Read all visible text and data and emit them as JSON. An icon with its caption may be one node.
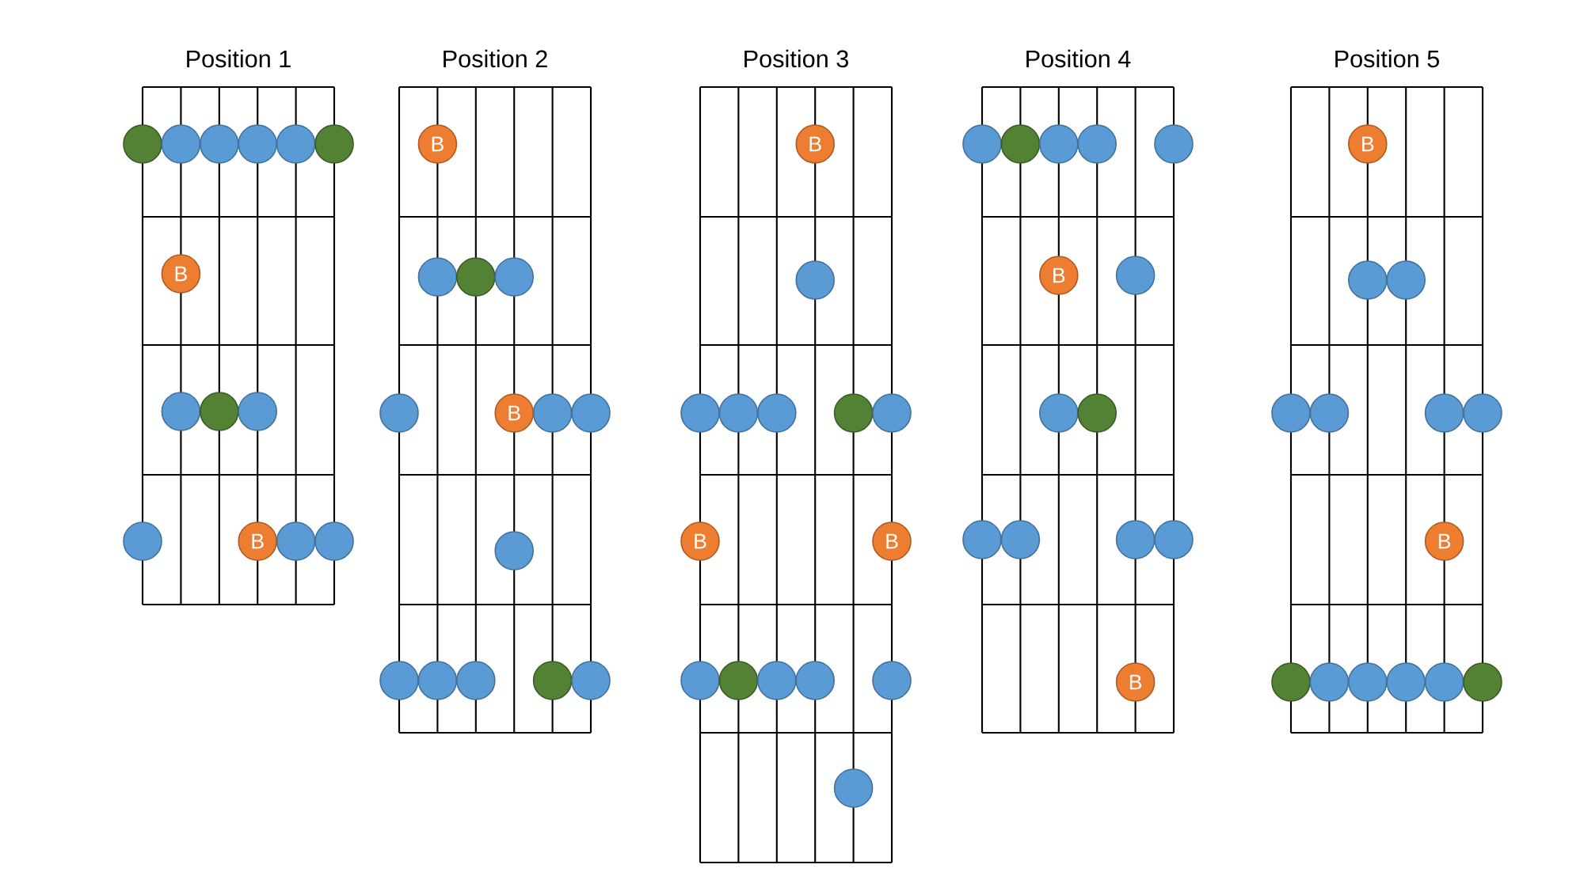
{
  "diagram": {
    "nodes": [
      {
        "text": [],
        "shape": "circle"
      },
      {
        "text": [],
        "shape": "circle"
      },
      {
        "text": [],
        "shape": "circle"
      },
      {
        "text": [],
        "shape": "circle"
      },
      {
        "text": [],
        "shape": "circle"
      },
      {
        "text": [],
        "shape": "circle"
      },
      {
        "text": [
          "B"
        ]
      },
      {
        "text": [],
        "shape": "circle"
      },
      {
        "text": [],
        "shape": "circle"
      },
      {
        "text": [],
        "shape": "circle"
      },
      {
        "text": [],
        "shape": "circle"
      },
      {
        "text": [
          "B"
        ]
      },
      {
        "text": [],
        "shape": "circle"
      },
      {
        "text": [],
        "shape": "circle"
      },
      {
        "text": [
          "B"
        ]
      },
      {
        "text": [],
        "shape": "circle"
      },
      {
        "text": [],
        "shape": "circle"
      },
      {
        "text": [],
        "shape": "circle"
      },
      {
        "text": [],
        "shape": "circle"
      },
      {
        "text": [
          "B"
        ]
      },
      {
        "text": [],
        "shape": "circle"
      },
      {
        "text": [],
        "shape": "circle"
      },
      {
        "text": [],
        "shape": "circle"
      },
      {
        "text": [],
        "shape": "circle"
      },
      {
        "text": [],
        "shape": "circle"
      },
      {
        "text": [],
        "shape": "circle"
      },
      {
        "text": [],
        "shape": "circle"
      },
      {
        "text": [],
        "shape": "circle"
      },
      {
        "text": [
          "B"
        ]
      },
      {
        "text": [],
        "shape": "circle"
      },
      {
        "text": [],
        "shape": "circle"
      },
      {
        "text": [],
        "shape": "circle"
      },
      {
        "text": [],
        "shape": "circle"
      },
      {
        "text": [],
        "shape": "circle"
      },
      {
        "text": [],
        "shape": "circle"
      },
      {
        "text": [
          "B"
        ]
      },
      {
        "text": [
          "B"
        ]
      },
      {
        "text": [],
        "shape": "circle"
      },
      {
        "text": [],
        "shape": "circle"
      },
      {
        "text": [],
        "shape": "circle"
      },
      {
        "text": [],
        "shape": "circle"
      },
      {
        "text": [],
        "shape": "circle"
      },
      {
        "text": [],
        "shape": "circle"
      },
      {
        "text": [],
        "shape": "circle"
      },
      {
        "text": [],
        "shape": "circle"
      },
      {
        "text": [],
        "shape": "circle"
      },
      {
        "text": [],
        "shape": "circle"
      },
      {
        "text": [],
        "shape": "circle"
      },
      {
        "text": [
          "B"
        ]
      },
      {
        "text": [],
        "shape": "circle"
      },
      {
        "text": [],
        "shape": "circle"
      },
      {
        "text": [],
        "shape": "circle"
      },
      {
        "text": [],
        "shape": "circle"
      },
      {
        "text": [],
        "shape": "circle"
      },
      {
        "text": [],
        "shape": "circle"
      },
      {
        "text": [],
        "shape": "circle"
      },
      {
        "text": [
          "B"
        ]
      },
      {
        "text": [
          "B"
        ]
      },
      {
        "text": [],
        "shape": "circle"
      },
      {
        "text": [],
        "shape": "circle"
      },
      {
        "text": [],
        "shape": "circle"
      },
      {
        "text": [],
        "shape": "circle"
      },
      {
        "text": [],
        "shape": "circle"
      },
      {
        "text": [],
        "shape": "circle"
      },
      {
        "text": [
          "B"
        ]
      },
      {
        "text": [],
        "shape": "circle"
      },
      {
        "text": [],
        "shape": "circle"
      },
      {
        "text": [],
        "shape": "circle"
      },
      {
        "text": [],
        "shape": "circle"
      },
      {
        "text": [],
        "shape": "circle"
      },
      {
        "text": [],
        "shape": "circle"
      }
    ],
    "labels": [
      "Position 1",
      "Position 2",
      "Position 3",
      "Position 4",
      "Position 5"
    ]
  }
}
